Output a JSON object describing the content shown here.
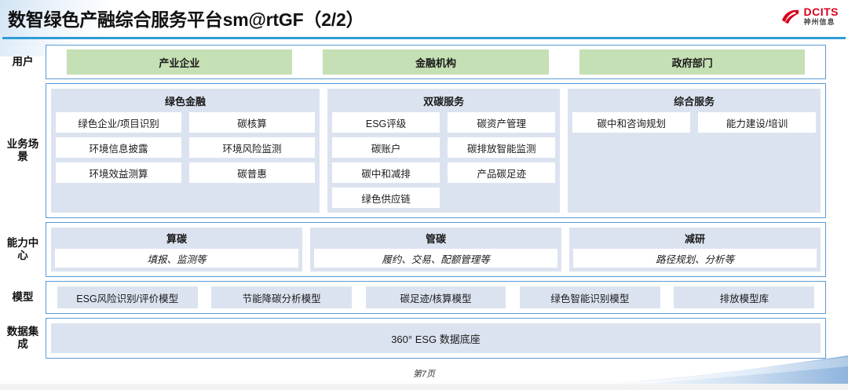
{
  "header": {
    "title": "数智绿色产融综合服务平台sm@rtGF（2/2）",
    "logo_en": "DCITS",
    "logo_cn": "神州信息",
    "accent_blue": "#5b9bd5",
    "rule_blue": "#2e9bd6",
    "logo_red": "#d6001c"
  },
  "colors": {
    "user_green": "#c5e0b4",
    "panel_blue": "#dce3f0",
    "border_blue": "#5b9bd5",
    "white": "#ffffff"
  },
  "rows": {
    "user": {
      "label": "用户",
      "items": [
        "产业企业",
        "金融机构",
        "政府部门"
      ]
    },
    "business": {
      "label": "业务场景",
      "panels": [
        {
          "title": "绿色金融",
          "items": [
            "绿色企业/项目识别",
            "碳核算",
            "环境信息披露",
            "环境风险监测",
            "环境效益测算",
            "碳普惠"
          ]
        },
        {
          "title": "双碳服务",
          "items": [
            "ESG评级",
            "碳资产管理",
            "碳账户",
            "碳排放智能监测",
            "碳中和减排",
            "产品碳足迹",
            "绿色供应链"
          ]
        },
        {
          "title": "综合服务",
          "items": [
            "碳中和咨询规划",
            "能力建设/培训"
          ]
        }
      ]
    },
    "capability": {
      "label": "能力中心",
      "panels": [
        {
          "title": "算碳",
          "sub": "填报、监测等"
        },
        {
          "title": "管碳",
          "sub": "履约、交易、配额管理等"
        },
        {
          "title": "减研",
          "sub": "路径规划、分析等"
        }
      ]
    },
    "model": {
      "label": "模型",
      "items": [
        "ESG风险识别/评价模型",
        "节能降碳分析模型",
        "碳足迹/核算模型",
        "绿色智能识别模型",
        "排放模型库"
      ]
    },
    "data": {
      "label": "数据集成",
      "item": "360° ESG 数据底座"
    }
  },
  "footer": {
    "page": "第7页"
  }
}
